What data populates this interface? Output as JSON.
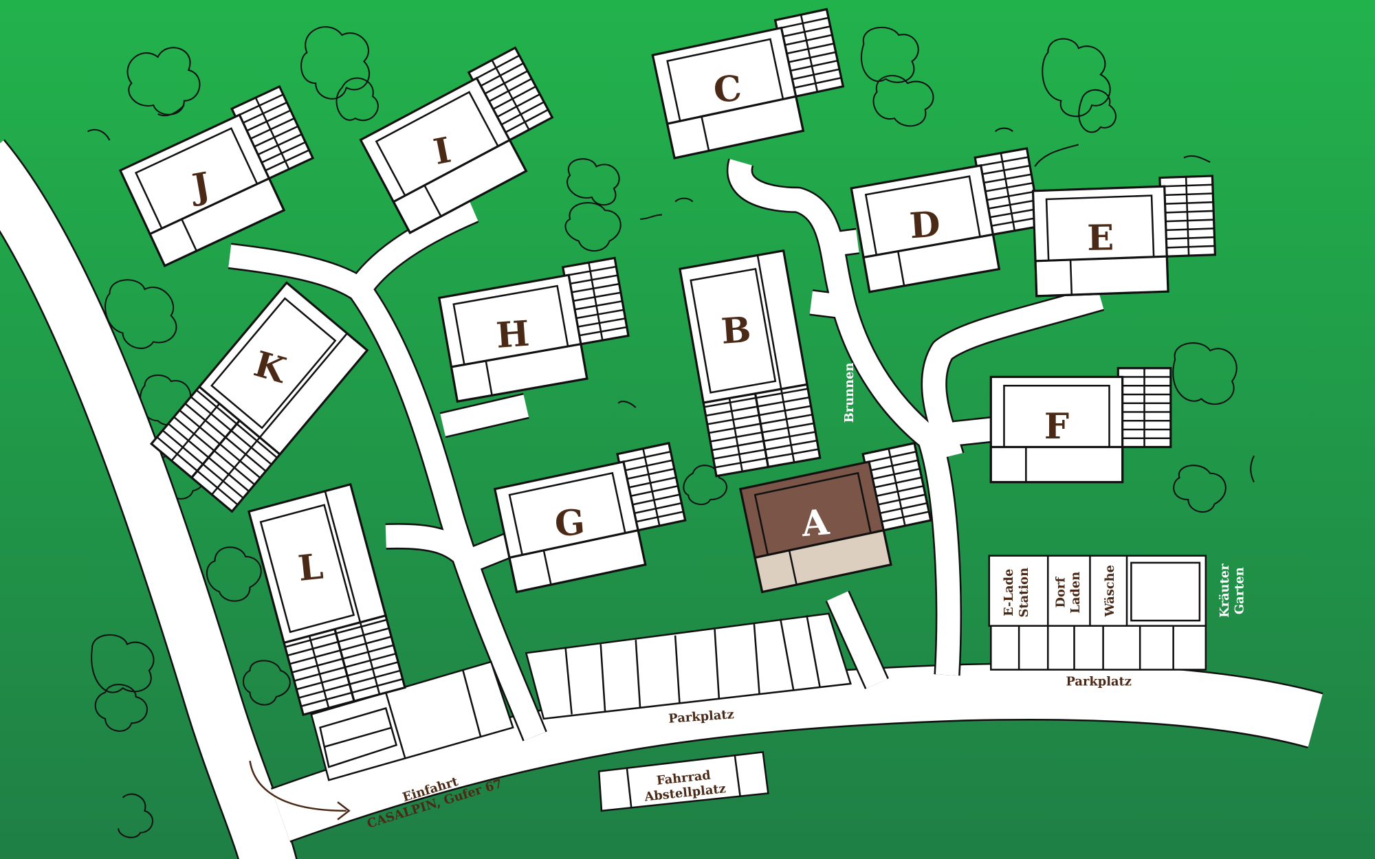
{
  "map": {
    "buildings": [
      {
        "id": "A",
        "label": "A",
        "highlighted": true
      },
      {
        "id": "B",
        "label": "B"
      },
      {
        "id": "C",
        "label": "C"
      },
      {
        "id": "D",
        "label": "D"
      },
      {
        "id": "E",
        "label": "E"
      },
      {
        "id": "F",
        "label": "F"
      },
      {
        "id": "G",
        "label": "G"
      },
      {
        "id": "H",
        "label": "H"
      },
      {
        "id": "I",
        "label": "I"
      },
      {
        "id": "J",
        "label": "J"
      },
      {
        "id": "K",
        "label": "K"
      },
      {
        "id": "L",
        "label": "L"
      }
    ],
    "labels": {
      "parkplatz_main": "Parkplatz",
      "parkplatz_right": "Parkplatz",
      "brunnen": "Brunnen",
      "einfahrt_line1": "Einfahrt",
      "einfahrt_line2": "CASALPIN, Gufer 67",
      "fahrrad_line1": "Fahrrad",
      "fahrrad_line2": "Abstellplatz",
      "elade_line1": "E-Lade",
      "elade_line2": "Station",
      "dorf_line1": "Dorf",
      "dorf_line2": "Laden",
      "waesche": "Wäsche",
      "kraeuter_line1": "Kräuter",
      "kraeuter_line2": "Garten"
    },
    "colors": {
      "grass_top": "#22b24c",
      "grass_bottom": "#1f7f45",
      "highlight": "#7a5548",
      "highlight_light": "#dccfc0",
      "text": "#4a2a17"
    }
  }
}
